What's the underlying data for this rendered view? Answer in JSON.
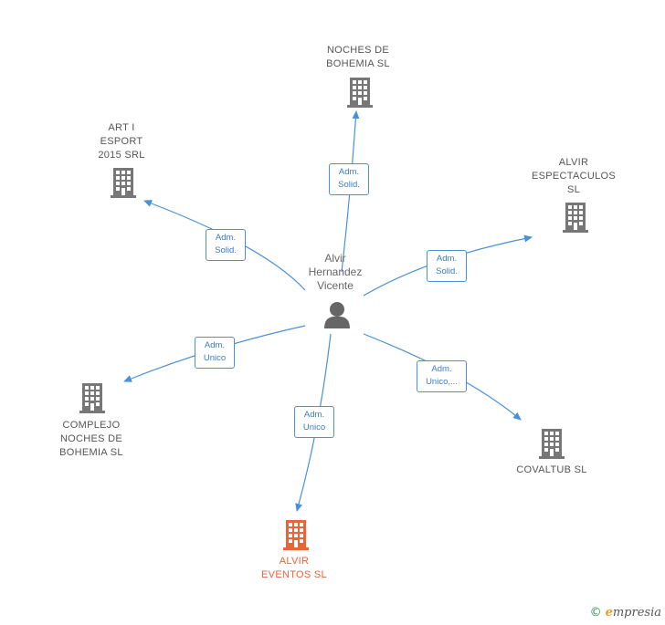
{
  "center": {
    "label": "Alvir\nHernandez\nVicente",
    "icon": "person-icon"
  },
  "companies": [
    {
      "id": "noches",
      "label": "NOCHES DE\nBOHEMIA  SL",
      "icon": "building-icon",
      "color": "#777777"
    },
    {
      "id": "art",
      "label": "ART I\nESPORT\n2015 SRL",
      "icon": "building-icon",
      "color": "#777777"
    },
    {
      "id": "espectaculos",
      "label": "ALVIR\nESPECTACULOS\nSL",
      "icon": "building-icon",
      "color": "#777777"
    },
    {
      "id": "complejo",
      "label": "COMPLEJO\nNOCHES DE\nBOHEMIA  SL",
      "icon": "building-icon",
      "color": "#777777"
    },
    {
      "id": "covaltub",
      "label": "COVALTUB SL",
      "icon": "building-icon",
      "color": "#777777"
    },
    {
      "id": "eventos",
      "label": "ALVIR\nEVENTOS  SL",
      "icon": "building-icon",
      "color": "#e8643a"
    }
  ],
  "relations": [
    {
      "to": "noches",
      "label": "Adm.\nSolid."
    },
    {
      "to": "art",
      "label": "Adm.\nSolid."
    },
    {
      "to": "espectaculos",
      "label": "Adm.\nSolid."
    },
    {
      "to": "complejo",
      "label": "Adm.\nUnico"
    },
    {
      "to": "covaltub",
      "label": "Adm.\nUnico,..."
    },
    {
      "to": "eventos",
      "label": "Adm.\nUnico"
    }
  ],
  "footer": {
    "copyright": "©",
    "brand_first": "e",
    "brand_rest": "mpresia"
  },
  "colors": {
    "edge": "#4a90d9",
    "building": "#777777",
    "highlight": "#e8643a",
    "person": "#666666"
  }
}
